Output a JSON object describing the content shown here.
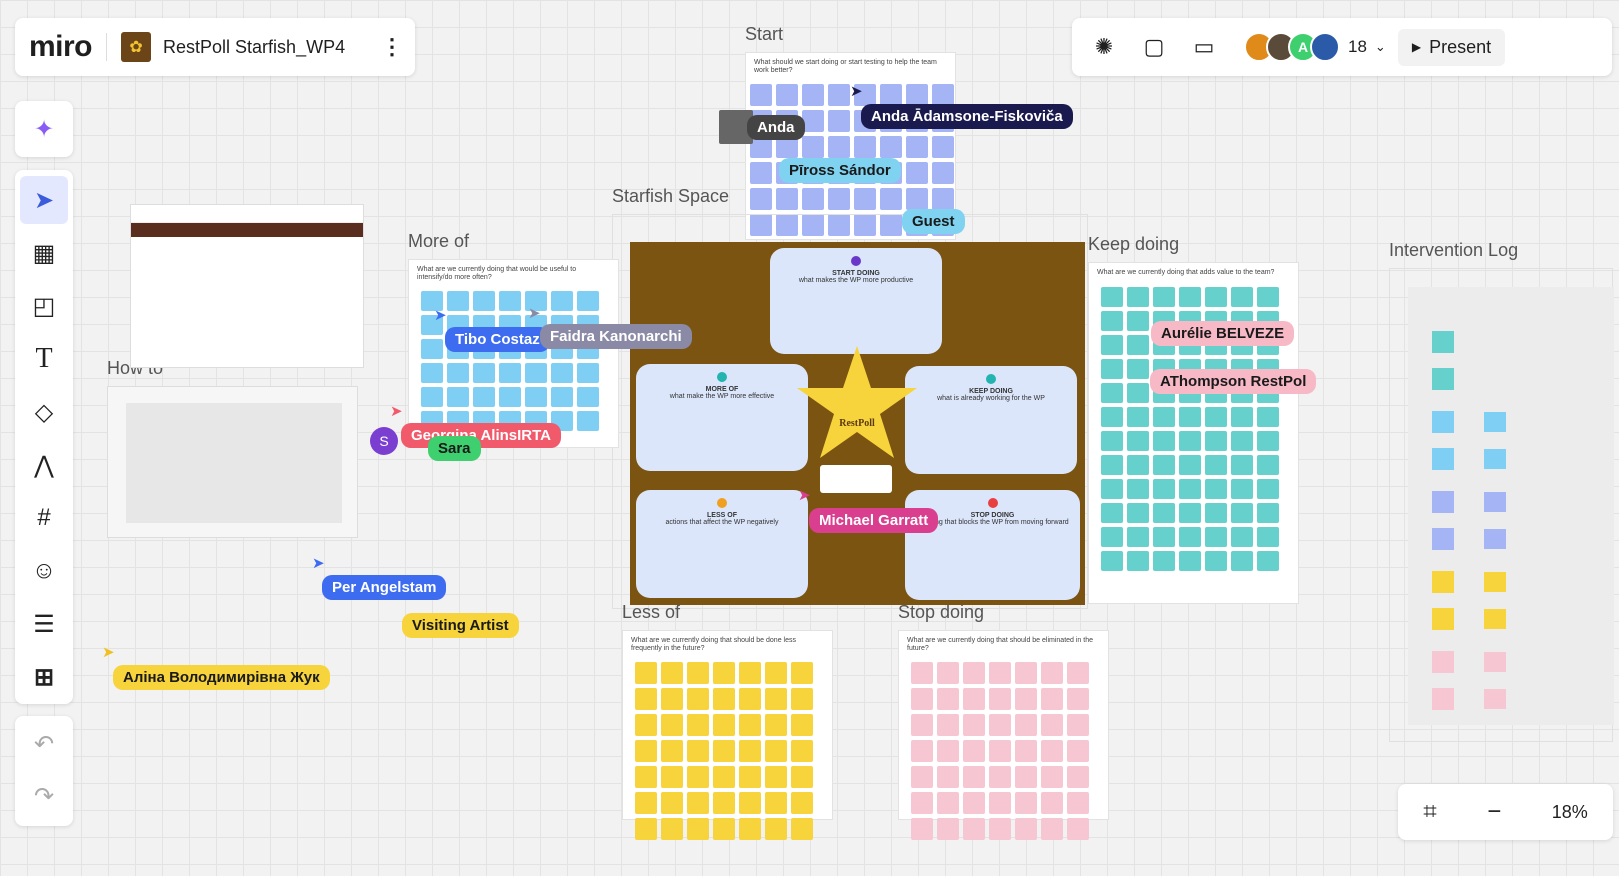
{
  "app": {
    "logo": "miro",
    "board_title": "RestPoll Starfish_WP4",
    "board_thumb_text": "✿"
  },
  "toolbar_top": {
    "collaborator_count": "18",
    "present_label": "Present"
  },
  "zoom": {
    "level": "18%"
  },
  "frames": {
    "start": {
      "label": "Start",
      "question": "What should we start doing or start testing to help the team work better?"
    },
    "starfish_space": {
      "label": "Starfish Space"
    },
    "more_of": {
      "label": "More of",
      "question": "What are we currently doing that would be useful to intensify/do more often?"
    },
    "keep_doing": {
      "label": "Keep doing",
      "question": "What are we currently doing that adds value to the team?"
    },
    "intervention_log": {
      "label": "Intervention Log"
    },
    "how_to": {
      "label": "How to"
    },
    "less_of": {
      "label": "Less of",
      "question": "What are we currently doing that should be done less frequently in the future?"
    },
    "stop_doing": {
      "label": "Stop doing",
      "question": "What are we currently doing that should be eliminated in the future?"
    }
  },
  "starfish": {
    "center": "RestPoll",
    "start": {
      "title": "START DOING",
      "desc": "what makes the WP more productive"
    },
    "more": {
      "title": "MORE OF",
      "desc": "what make the WP more effective"
    },
    "keep": {
      "title": "KEEP DOING",
      "desc": "what is already working for the WP"
    },
    "less": {
      "title": "LESS OF",
      "desc": "actions that affect the WP negatively"
    },
    "stop": {
      "title": "STOP DOING",
      "desc": "anything that blocks the WP from moving forward"
    }
  },
  "cursors": [
    {
      "name": "Anda",
      "color": "#3a3a3a"
    },
    {
      "name": "Anda Ādamsone-Fiskoviča",
      "color": "#1a1a4e"
    },
    {
      "name": "Pīross Sándor",
      "color": "#7fd3f0"
    },
    {
      "name": "Guest",
      "color": "#7fd3f0"
    },
    {
      "name": "Tibo Costaz",
      "color": "#3d6cf0"
    },
    {
      "name": "Faidra Kanonarchi",
      "color": "#8a8aa6"
    },
    {
      "name": "Georgina AlinsIRTA",
      "color": "#f05a6a"
    },
    {
      "name": "Sara",
      "color": "#3ecf6e"
    },
    {
      "name": "Aurélie BELVEZE",
      "color": "#f7b9c6"
    },
    {
      "name": "AThompson RestPol",
      "color": "#f7b9c6"
    },
    {
      "name": "Michael Garratt",
      "color": "#d93f8e"
    },
    {
      "name": "Per Angelstam",
      "color": "#3d6cf0"
    },
    {
      "name": "Visiting Artist",
      "color": "#f7d33c"
    },
    {
      "name": "Аліна Володимирівна Жук",
      "color": "#f7d33c"
    }
  ],
  "icons": [
    "ai-sparkle-icon",
    "select-icon",
    "templates-icon",
    "sticky-note-icon",
    "text-icon",
    "shapes-icon",
    "pen-icon",
    "frame-icon",
    "stickers-icon",
    "comment-icon",
    "add-icon",
    "undo-icon",
    "redo-icon"
  ],
  "colors": {
    "blue_note": "#a5b4f5",
    "teal_note": "#66d1cc",
    "sky_note": "#7fcff5",
    "yellow_note": "#f7d33c",
    "pink_note": "#f7c6d3",
    "brown": "#7b5412"
  }
}
